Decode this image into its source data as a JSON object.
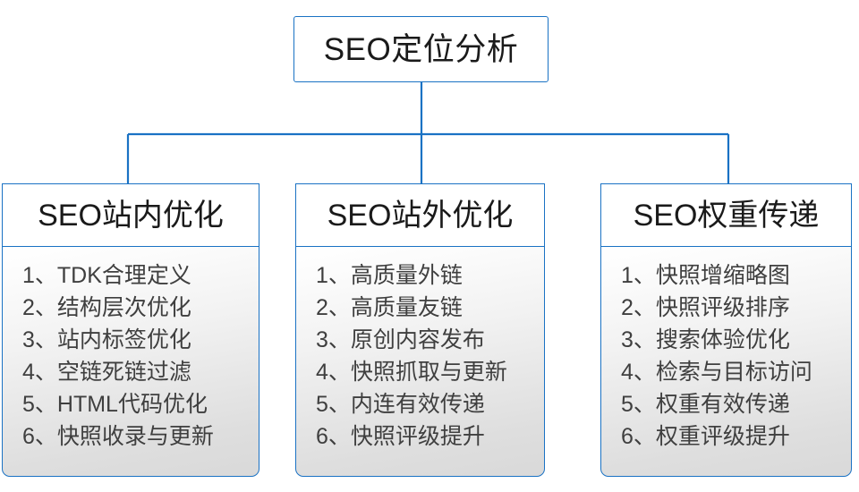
{
  "diagram": {
    "root": {
      "label": "SEO定位分析"
    },
    "branches": [
      {
        "title": "SEO站内优化",
        "items": [
          {
            "index": "1、",
            "text": "TDK合理定义"
          },
          {
            "index": "2、",
            "text": "结构层次优化"
          },
          {
            "index": "3、",
            "text": "站内标签优化"
          },
          {
            "index": "4、",
            "text": "空链死链过滤"
          },
          {
            "index": "5、",
            "text": "HTML代码优化"
          },
          {
            "index": "6、",
            "text": "快照收录与更新"
          }
        ]
      },
      {
        "title": "SEO站外优化",
        "items": [
          {
            "index": "1、",
            "text": "高质量外链"
          },
          {
            "index": "2、",
            "text": "高质量友链"
          },
          {
            "index": "3、",
            "text": "原创内容发布"
          },
          {
            "index": "4、",
            "text": "快照抓取与更新"
          },
          {
            "index": "5、",
            "text": "内连有效传递"
          },
          {
            "index": "6、",
            "text": "快照评级提升"
          }
        ]
      },
      {
        "title": "SEO权重传递",
        "items": [
          {
            "index": "1、",
            "text": "快照增缩略图"
          },
          {
            "index": "2、",
            "text": "快照评级排序"
          },
          {
            "index": "3、",
            "text": "搜索体验优化"
          },
          {
            "index": "4、",
            "text": "检索与目标访问"
          },
          {
            "index": "5、",
            "text": "权重有效传递"
          },
          {
            "index": "6、",
            "text": "权重评级提升"
          }
        ]
      }
    ],
    "colors": {
      "connector": "#1a72c4",
      "border": "#1a72c4",
      "header_text": "#1a1a1a",
      "item_text": "#3f3f3f",
      "panel_top": "#ffffff",
      "panel_bottom": "#d9d9d9"
    }
  }
}
